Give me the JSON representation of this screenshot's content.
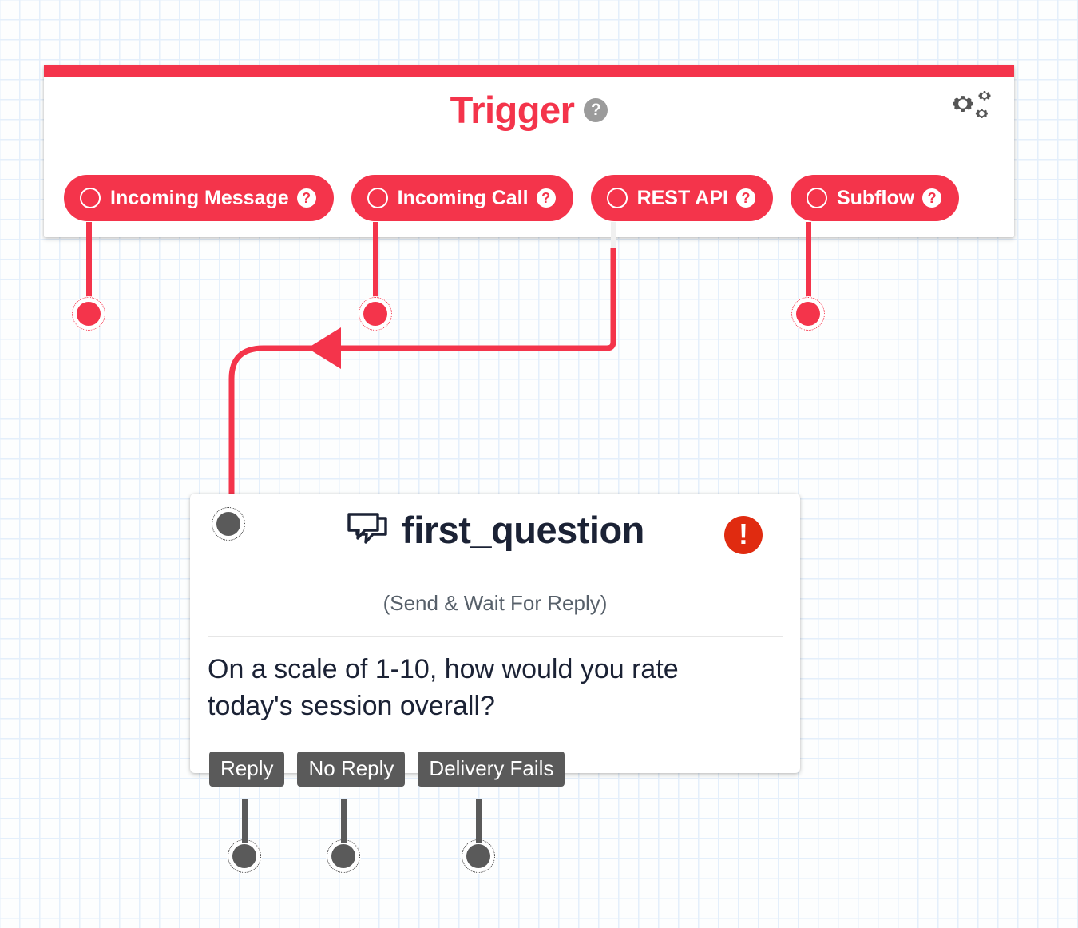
{
  "canvas": {
    "grid_color": "#e4effb",
    "background": "#fdfefe"
  },
  "trigger_card": {
    "title": "Trigger",
    "accent_color": "#f4344b",
    "help_icon": "help-circle-icon",
    "settings_icon": "cogs-icon",
    "pills": [
      {
        "label": "Incoming Message",
        "radio_icon": "radio-circle-icon",
        "help_icon": "help-circle-icon",
        "selected": false
      },
      {
        "label": "Incoming Call",
        "radio_icon": "radio-circle-icon",
        "help_icon": "help-circle-icon",
        "selected": false
      },
      {
        "label": "REST API",
        "radio_icon": "radio-circle-icon",
        "help_icon": "help-circle-icon",
        "selected": false
      },
      {
        "label": "Subflow",
        "radio_icon": "radio-circle-icon",
        "help_icon": "help-circle-icon",
        "selected": false
      }
    ]
  },
  "question_card": {
    "title": "first_question",
    "title_icon": "comments-bubble-icon",
    "subtitle": "(Send & Wait For Reply)",
    "body": "On a scale of 1-10, how would you rate today's session overall?",
    "error_badge": {
      "icon": "exclamation-icon",
      "glyph": "!",
      "color": "#e02b10"
    },
    "input_port_icon": "connection-port-icon",
    "outputs": [
      {
        "label": "Reply"
      },
      {
        "label": "No Reply"
      },
      {
        "label": "Delivery Fails"
      }
    ]
  },
  "connections": {
    "arrow_color": "#f4344b",
    "output_stem_color": "#5a5a5a"
  }
}
